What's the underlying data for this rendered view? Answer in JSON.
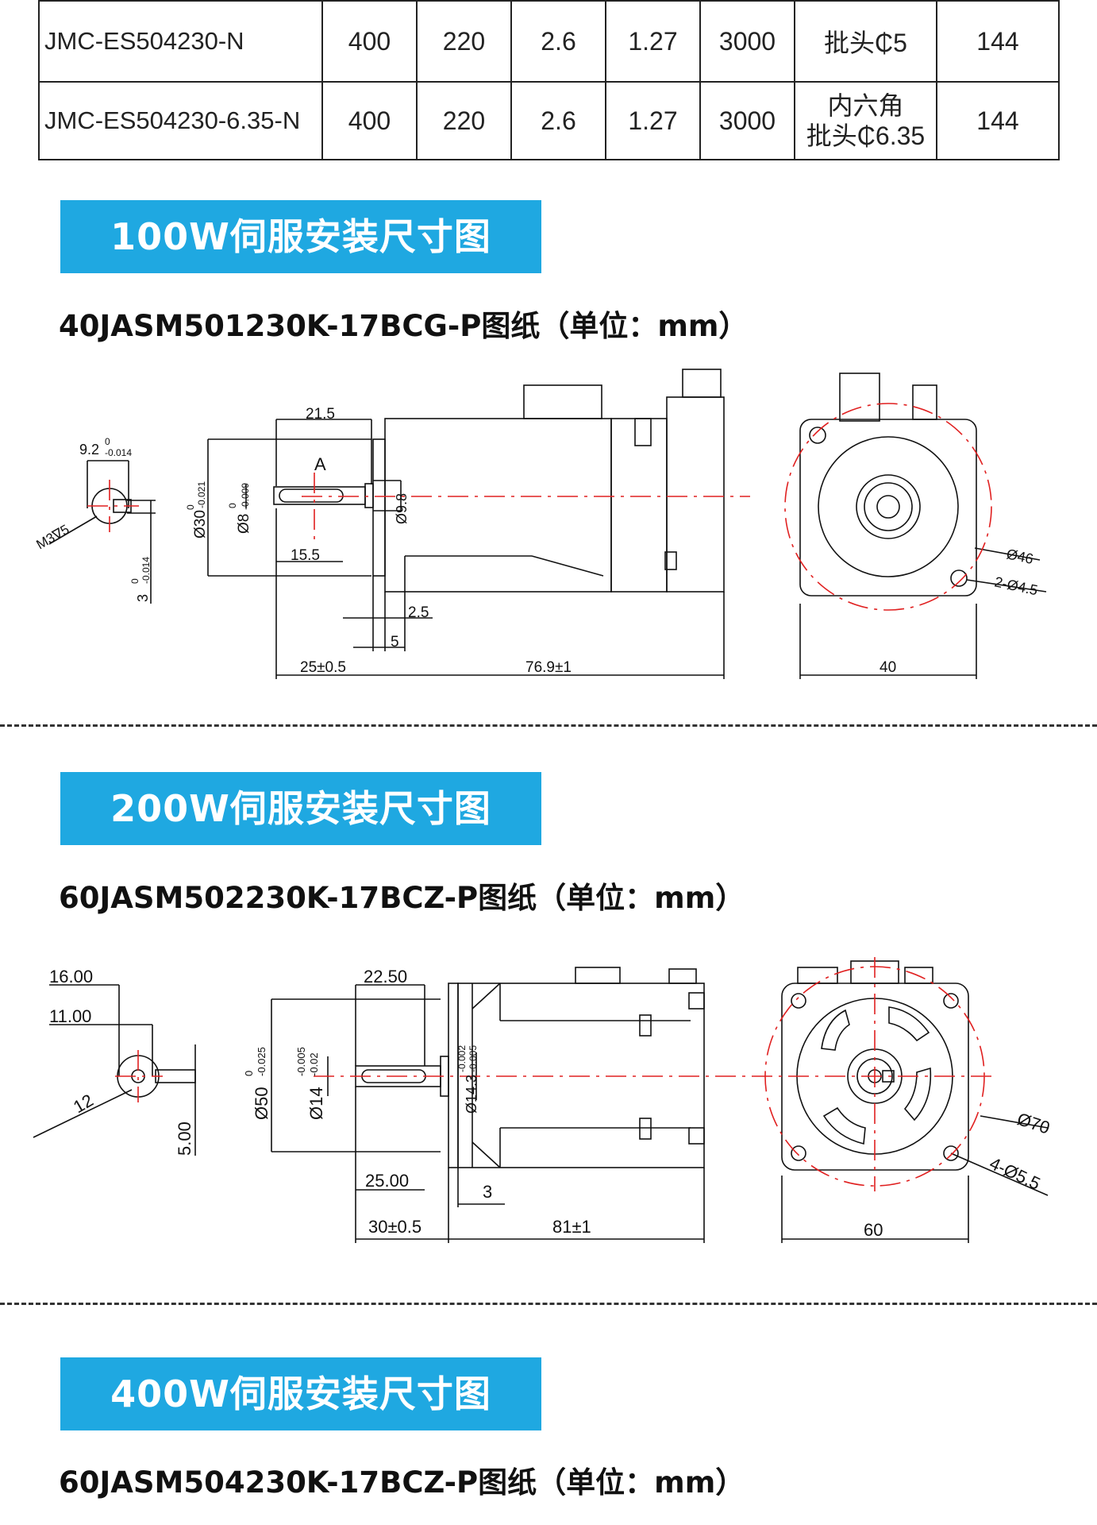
{
  "spec_table": {
    "rows": [
      {
        "model": "JMC-ES504230-N",
        "power": "400",
        "voltage": "220",
        "torque": "2.6",
        "rated_torque": "1.27",
        "speed": "3000",
        "shaft": [
          "批头₵5"
        ],
        "length": "144"
      },
      {
        "model": "JMC-ES504230-6.35-N",
        "power": "400",
        "voltage": "220",
        "torque": "2.6",
        "rated_torque": "1.27",
        "speed": "3000",
        "shaft": [
          "内六角",
          "批头₵6.35"
        ],
        "length": "144"
      }
    ]
  },
  "sections": [
    {
      "banner": "100W伺服安装尺寸图",
      "drawing_title": "40JASM501230K-17BCG-P图纸（单位：mm）",
      "dims": {
        "key_width": "9.2",
        "key_width_tol_top": "0",
        "key_width_tol_bot": "-0.014",
        "thread": "M3∇5",
        "key_depth": "3",
        "key_depth_tol_top": "0",
        "key_depth_tol_bot": "-0.014",
        "shaft_len": "21.5",
        "key_len": "15.5",
        "view_marker": "A",
        "flange_dia": "Ø30",
        "flange_tol_top": "0",
        "flange_tol_bot": "-0.021",
        "shaft_dia": "Ø8",
        "shaft_tol_top": "0",
        "shaft_tol_bot": "-0.009",
        "boss_dia": "Ø9.8",
        "flange_thk": "2.5",
        "step": "5",
        "shaft_total": "25±0.5",
        "body_len": "76.9±1",
        "pcd": "Ø46",
        "holes": "2-Ø4.5",
        "square": "40"
      }
    },
    {
      "banner": "200W伺服安装尺寸图",
      "drawing_title": "60JASM502230K-17BCZ-P图纸（单位：mm）",
      "dims": {
        "d16": "16.00",
        "d11": "11.00",
        "d12": "12",
        "d5": "5.00",
        "shaft_len": "22.50",
        "flange_dia": "Ø50",
        "flange_tol_top": "0",
        "flange_tol_bot": "-0.025",
        "shaft_dia": "Ø14",
        "shaft_tol_top": "-0.005",
        "shaft_tol_bot": "-0.02",
        "boss_dia": "Ø14.3",
        "boss_tol_top": "-0.002",
        "boss_tol_bot": "-0.005",
        "key_len": "25.00",
        "flange_thk": "3",
        "shaft_total": "30±0.5",
        "body_len": "81±1",
        "pcd": "Ø70",
        "holes": "4-Ø5.5",
        "square": "60"
      }
    },
    {
      "banner": "400W伺服安装尺寸图",
      "drawing_title": "60JASM504230K-17BCZ-P图纸（单位：mm）"
    }
  ]
}
